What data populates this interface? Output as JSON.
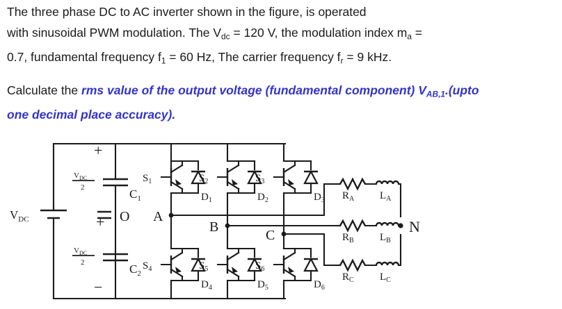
{
  "question": {
    "line1_a": "The three phase DC to AC inverter shown in the figure, is operated",
    "line2_a": "with sinusoidal PWM modulation. The V",
    "line2_sub1": "dc",
    "line2_b": " = 120 V, the modulation index m",
    "line2_sub2": "a",
    "line2_c": " =",
    "line3_a": "0.7, fundamental frequency f",
    "line3_sub1": "1",
    "line3_b": " = 60 Hz, The carrier frequency f",
    "line3_sub2": "r",
    "line3_c": " = 9 kHz.",
    "line4_plain": "Calculate the ",
    "line4_blue_a": "rms value of the output voltage (fundamental component) V",
    "line4_blue_sub": "AB,1",
    "line4_blue_b": ".(upto",
    "line5_blue": "one decimal place accuracy).",
    "accent_color": "#3333cc",
    "text_color": "#1a1a1a",
    "values": {
      "Vdc": "120 V",
      "modulation_index_ma": "0.7",
      "fundamental_frequency_f1": "60 Hz",
      "carrier_frequency_fr": "9 kHz"
    }
  },
  "figure": {
    "title": "three-phase-dc-ac-inverter-circuit",
    "source_label": "V",
    "source_label_sub": "DC",
    "cap1_label": "C",
    "cap1_label_sub": "1",
    "cap2_label": "C",
    "cap2_label_sub": "2",
    "cap_voltage_num": "V",
    "cap_voltage_num_sub": "DC",
    "cap_voltage_den": "2",
    "mid_node": "O",
    "plus_sign": "+",
    "minus_sign": "−",
    "switches": [
      {
        "label": "S",
        "sub": "1"
      },
      {
        "label": "S",
        "sub": "2"
      },
      {
        "label": "S",
        "sub": "3"
      },
      {
        "label": "S",
        "sub": "4"
      },
      {
        "label": "S",
        "sub": "5"
      },
      {
        "label": "S",
        "sub": "6"
      }
    ],
    "diodes": [
      {
        "label": "D",
        "sub": "1"
      },
      {
        "label": "D",
        "sub": "2"
      },
      {
        "label": "D",
        "sub": "3"
      },
      {
        "label": "D",
        "sub": "4"
      },
      {
        "label": "D",
        "sub": "5"
      },
      {
        "label": "D",
        "sub": "6"
      }
    ],
    "phase_nodes": [
      "A",
      "B",
      "C"
    ],
    "neutral_node": "N",
    "loads": [
      {
        "r": "R",
        "r_sub": "A",
        "l": "L",
        "l_sub": "A"
      },
      {
        "r": "R",
        "r_sub": "B",
        "l": "L",
        "l_sub": "B"
      },
      {
        "r": "R",
        "r_sub": "C",
        "l": "L",
        "l_sub": "C"
      }
    ],
    "line_color": "#1b1b1b"
  }
}
